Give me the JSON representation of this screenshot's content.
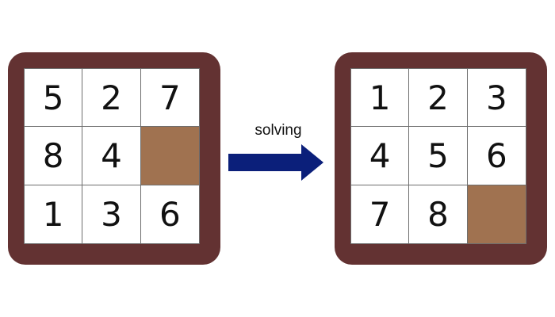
{
  "boards": {
    "start": {
      "tiles": [
        "5",
        "2",
        "7",
        "8",
        "4",
        "",
        "1",
        "3",
        "6"
      ]
    },
    "goal": {
      "tiles": [
        "1",
        "2",
        "3",
        "4",
        "5",
        "6",
        "7",
        "8",
        ""
      ]
    }
  },
  "arrow": {
    "label": "solving"
  },
  "colors": {
    "frame": "#633232",
    "blank_tile": "#a07250",
    "arrow": "#0b1f7a",
    "grid_line": "#6e6e6e"
  }
}
